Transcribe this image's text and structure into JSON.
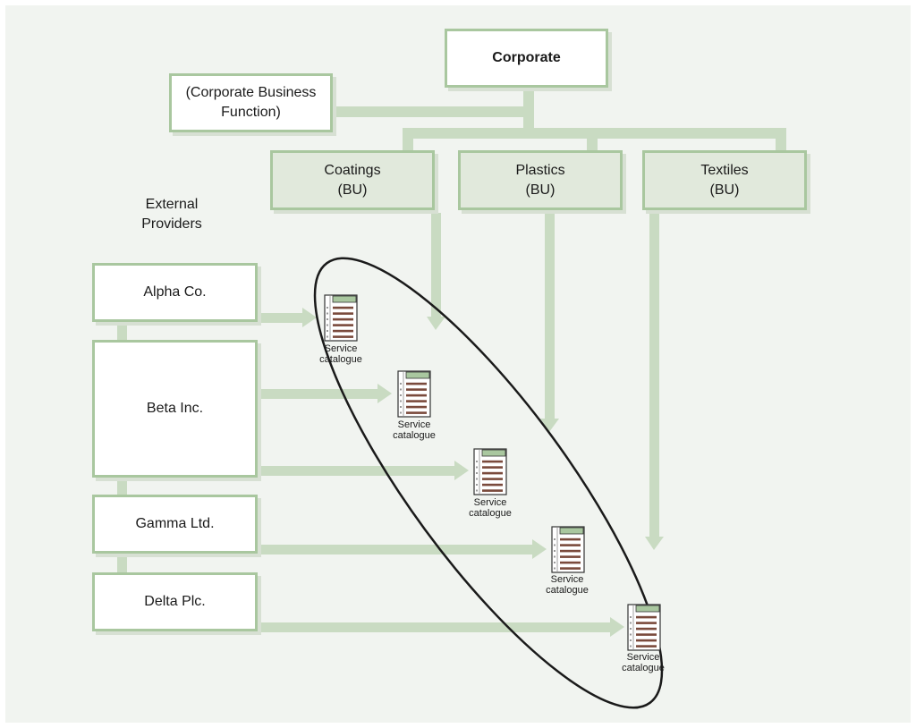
{
  "colors": {
    "connector": "#c9dbc2",
    "box_border": "#a9c79f",
    "bu_fill": "#e1e9dc",
    "ellipse": "#1a1a1a",
    "list_line": "#7a4a3c"
  },
  "org": {
    "corporate": "Corporate",
    "corporate_business_function": "(Corporate Business Function)",
    "business_units": [
      {
        "name": "Coatings",
        "type": "(BU)"
      },
      {
        "name": "Plastics",
        "type": "(BU)"
      },
      {
        "name": "Textiles",
        "type": "(BU)"
      }
    ]
  },
  "external": {
    "heading": "External Providers",
    "providers": [
      "Alpha Co.",
      "Beta Inc.",
      "Gamma Ltd.",
      "Delta Plc."
    ]
  },
  "catalogues": [
    {
      "label": "Service catalogue",
      "icon": "service-catalogue-icon"
    },
    {
      "label": "Service catalogue",
      "icon": "service-catalogue-icon"
    },
    {
      "label": "Service catalogue",
      "icon": "service-catalogue-icon"
    },
    {
      "label": "Service catalogue",
      "icon": "service-catalogue-icon"
    },
    {
      "label": "Service catalogue",
      "icon": "service-catalogue-icon"
    }
  ]
}
